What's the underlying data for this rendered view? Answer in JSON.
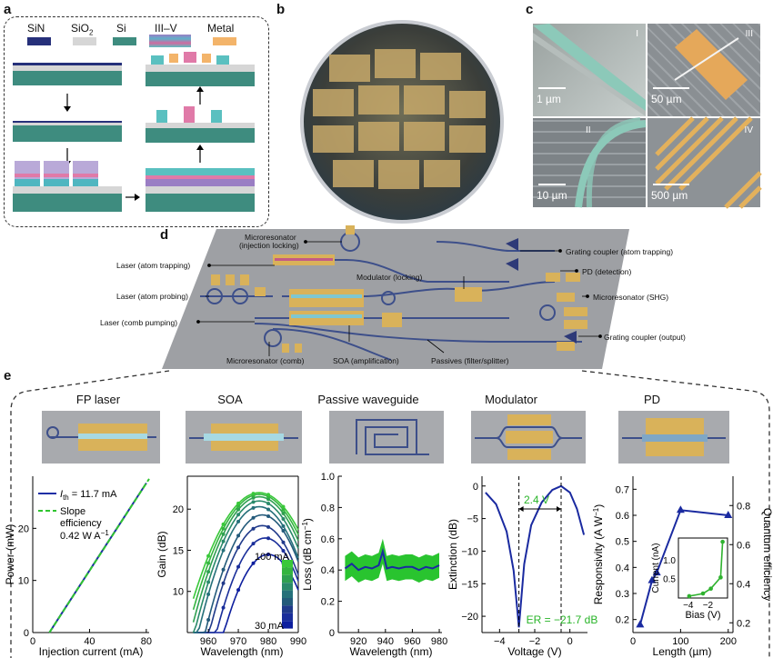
{
  "panels": {
    "a": "a",
    "b": "b",
    "c": "c",
    "d": "d",
    "e": "e"
  },
  "panel_a": {
    "legend": [
      {
        "label": "SiN",
        "color": "#26307a"
      },
      {
        "label": "SiO",
        "sub": "2",
        "color": "#d6d6d6"
      },
      {
        "label": "Si",
        "color": "#3e8c7f"
      },
      {
        "label": "III–V",
        "color": "#7a5aa8"
      },
      {
        "label": "Metal",
        "color": "#f3b46a"
      }
    ]
  },
  "panel_c": {
    "tiles": [
      {
        "roman": "I",
        "scale": "1 µm"
      },
      {
        "roman": "III",
        "scale": "50 µm"
      },
      {
        "roman": "II",
        "scale": "10 µm"
      },
      {
        "roman": "IV",
        "scale": "500 µm"
      }
    ]
  },
  "panel_d": {
    "labels": {
      "micro_inj": "Microresonator",
      "micro_inj2": "(injection locking)",
      "laser_trap": "Laser (atom trapping)",
      "laser_probe": "Laser (atom probing)",
      "laser_comb": "Laser (comb pumping)",
      "micro_comb": "Microresonator (comb)",
      "soa": "SOA (amplification)",
      "passives": "Passives (filter/splitter)",
      "modulator": "Modulator (locking)",
      "grating_trap": "Grating coupler (atom trapping)",
      "pd": "PD (detection)",
      "micro_shg": "Microresonator (SHG)",
      "grating_out": "Grating coupler (output)"
    }
  },
  "panel_e": {
    "components": [
      "FP laser",
      "SOA",
      "Passive waveguide",
      "Modulator",
      "PD"
    ],
    "fp_laser": {
      "xlabel": "Injection current (mA)",
      "ylabel": "Power (mW)",
      "xticks": [
        "0",
        "40",
        "80"
      ],
      "yticks": [
        "0",
        "10",
        "20"
      ],
      "legend_ith_prefix": "I",
      "legend_ith_sub": "th",
      "legend_ith_value": " = 11.7 mA",
      "legend_slope_1": "Slope",
      "legend_slope_2": "efficiency",
      "legend_slope_3": "0.42 W A",
      "legend_slope_exp": "−1"
    },
    "soa": {
      "xlabel": "Wavelength (nm)",
      "ylabel": "Gain (dB)",
      "xticks": [
        "960",
        "970",
        "980",
        "990"
      ],
      "yticks": [
        "10",
        "15",
        "20"
      ],
      "bar_top": "100 mA",
      "bar_bottom": "30 mA"
    },
    "passive": {
      "xlabel": "Wavelength (nm)",
      "ylabel": "Loss (dB cm",
      "ylabel_exp": "−1",
      "ylabel_close": ")",
      "xticks": [
        "920",
        "940",
        "960",
        "980"
      ],
      "yticks": [
        "0",
        "0.2",
        "0.4",
        "0.6",
        "0.8",
        "1.0"
      ]
    },
    "modulator": {
      "xlabel": "Voltage (V)",
      "ylabel": "Extinction (dB)",
      "xticks": [
        "−4",
        "−2",
        "0"
      ],
      "yticks": [
        "0",
        "−5",
        "−10",
        "−15",
        "−20"
      ],
      "vpi": "2.4 V",
      "er": "ER = −21.7 dB"
    },
    "pd": {
      "xlabel": "Length (µm)",
      "ylabel_left": "Responsivity (A W",
      "ylabel_left_exp": "−1",
      "ylabel_left_close": ")",
      "ylabel_right": "Quantum efficiency",
      "xticks": [
        "0",
        "100",
        "200"
      ],
      "yticks_left": [
        "0.2",
        "0.3",
        "0.4",
        "0.5",
        "0.6",
        "0.7"
      ],
      "yticks_right": [
        "0.2",
        "0.4",
        "0.6",
        "0.8"
      ],
      "inset_xlabel": "Bias (V)",
      "inset_ylabel": "Current (nA)",
      "inset_xticks": [
        "−4",
        "−2"
      ],
      "inset_yticks": [
        "0.5",
        "1.0"
      ]
    }
  },
  "chart_data": [
    {
      "type": "line",
      "id": "fp",
      "xlabel": "Injection current (mA)",
      "ylabel": "Power (mW)",
      "xlim": [
        0,
        82
      ],
      "ylim": [
        0,
        30
      ],
      "series": [
        {
          "name": "Ith = 11.7 mA",
          "color": "#1f2fa5",
          "x": [
            11.7,
            20,
            30,
            40,
            50,
            60,
            70,
            80
          ],
          "y": [
            0,
            3.5,
            7.7,
            11.9,
            16.1,
            20.3,
            24.5,
            28.7
          ]
        },
        {
          "name": "Slope efficiency 0.42 W A−1",
          "color": "#2fc42f",
          "dashed": true,
          "x": [
            11.7,
            82
          ],
          "y": [
            0,
            29.5
          ]
        }
      ]
    },
    {
      "type": "line",
      "id": "soa",
      "xlabel": "Wavelength (nm)",
      "ylabel": "Gain (dB)",
      "xlim": [
        953,
        990
      ],
      "ylim": [
        5,
        24
      ],
      "series_peak": [
        14.5,
        16.5,
        18,
        19.3,
        20.3,
        21,
        21.5,
        21.8,
        22
      ],
      "series_peak_x": [
        980,
        979,
        978,
        978,
        977,
        977,
        977,
        977,
        977
      ],
      "colors": [
        "#0d1e9e",
        "#1a2e9a",
        "#203a8a",
        "#235a7a",
        "#26707a",
        "#2a8a6a",
        "#2fa050",
        "#34b43f",
        "#39c83a"
      ],
      "current_range": [
        "30 mA",
        "100 mA"
      ]
    },
    {
      "type": "line",
      "id": "passive",
      "xlabel": "Wavelength (nm)",
      "ylabel": "Loss (dB cm−1)",
      "xlim": [
        905,
        982
      ],
      "ylim": [
        0,
        1.0
      ],
      "series": [
        {
          "name": "mean",
          "color": "#1a2aa0",
          "x": [
            910,
            915,
            920,
            925,
            930,
            935,
            938,
            941,
            945,
            950,
            955,
            960,
            965,
            970,
            975,
            980
          ],
          "y": [
            0.41,
            0.44,
            0.4,
            0.42,
            0.41,
            0.43,
            0.52,
            0.41,
            0.42,
            0.41,
            0.42,
            0.42,
            0.4,
            0.42,
            0.41,
            0.43
          ]
        }
      ],
      "band": {
        "color": "#29c42f",
        "half_width": 0.08
      }
    },
    {
      "type": "line",
      "id": "modulator",
      "xlabel": "Voltage (V)",
      "ylabel": "Extinction (dB)",
      "xlim": [
        -5,
        1
      ],
      "ylim": [
        -22.5,
        1.5
      ],
      "series": [
        {
          "name": "extinction",
          "color": "#1a2aa0",
          "x": [
            -4.8,
            -4.2,
            -3.6,
            -3.2,
            -2.9,
            -2.6,
            -2.2,
            -1.6,
            -1.0,
            -0.5,
            0.0,
            0.4,
            0.8
          ],
          "y": [
            -1,
            -2.8,
            -7,
            -13,
            -21.7,
            -12,
            -6,
            -2.5,
            -0.6,
            0,
            -1.0,
            -3.5,
            -7.5
          ]
        }
      ],
      "vlines": [
        -2.9,
        -0.5
      ]
    },
    {
      "type": "line",
      "id": "pd",
      "xlabel": "Length (µm)",
      "ylabel": "Responsivity (A W−1)",
      "xlim": [
        0,
        210
      ],
      "ylim": [
        0.15,
        0.75
      ],
      "series": [
        {
          "name": "responsivity",
          "color": "#1a2aa0",
          "x": [
            15,
            40,
            50,
            100,
            200
          ],
          "y": [
            0.18,
            0.35,
            0.38,
            0.62,
            0.6
          ]
        }
      ],
      "inset": {
        "xlabel": "Bias (V)",
        "ylabel": "Current (nA)",
        "xlim": [
          -5,
          0
        ],
        "ylim": [
          0,
          1.6
        ],
        "color": "#2fb22f",
        "x": [
          -3.9,
          -2.5,
          -1.7,
          -0.7,
          -0.5
        ],
        "y": [
          0.05,
          0.12,
          0.25,
          0.55,
          1.5
        ]
      }
    }
  ]
}
